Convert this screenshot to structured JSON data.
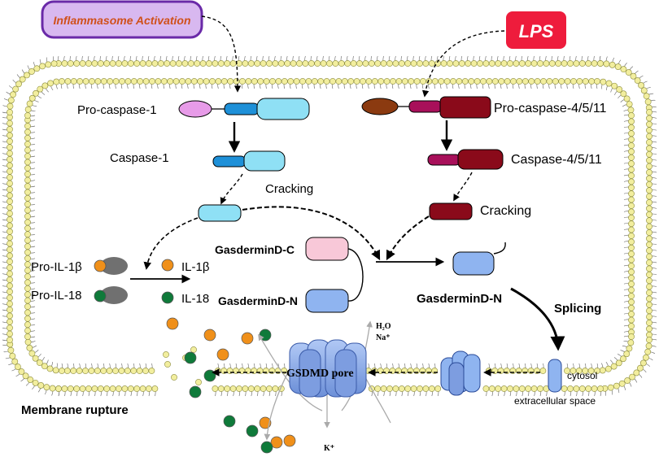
{
  "labels": {
    "inflammasome_activation": "Inflammasome Activation",
    "lps": "LPS",
    "pro_caspase_1": "Pro-caspase-1",
    "caspase_1": "Caspase-1",
    "cracking_left": "Cracking",
    "pro_caspase_4511": "Pro-caspase-4/5/11",
    "caspase_4511": "Caspase-4/5/11",
    "cracking_right": "Cracking",
    "gasdermin_c": "GasderminD-C",
    "gasdermin_n": "GasderminD-N",
    "gasdermin_n_cleaved": "GasderminD-N",
    "pro_il1b": "Pro-IL-1β",
    "pro_il18": "Pro-IL-18",
    "il1b": "IL-1β",
    "il18": "IL-18",
    "splicing": "Splicing",
    "cytosol": "cytosol",
    "extracellular_space": "extracellular space",
    "gsdmd_pore": "GSDMD pore",
    "h2o": "H₂O",
    "na": "Na⁺",
    "k": "K⁺",
    "membrane_rupture": "Membrane rupture"
  },
  "colors": {
    "membrane_head": "#f2ee9e",
    "membrane_outline": "#8a8a3a",
    "caspase1_light": "#8fe0f5",
    "caspase1_dark": "#1e90d8",
    "pro_domain_pink": "#e79be8",
    "caspase4_dark": "#8a0a1a",
    "caspase4_mid": "#a8105a",
    "pro_domain_brown": "#8b3a10",
    "gasdermin_c": "#f8c8d8",
    "gasdermin_n": "#8fb4f0",
    "il1b_orange": "#f0901a",
    "il18_green": "#0f7a3a",
    "pro_il_grey": "#707070",
    "lps_red": "#ee1c3c",
    "inflammasome_box": "#d8b8f0",
    "inflammasome_border": "#6a2aa8",
    "inflammasome_text": "#d0501a"
  },
  "icons": [
    "membrane-bilayer",
    "gsdmd-pore-icon",
    "ion-channel-icon",
    "gasdermin-monomer-icon"
  ]
}
